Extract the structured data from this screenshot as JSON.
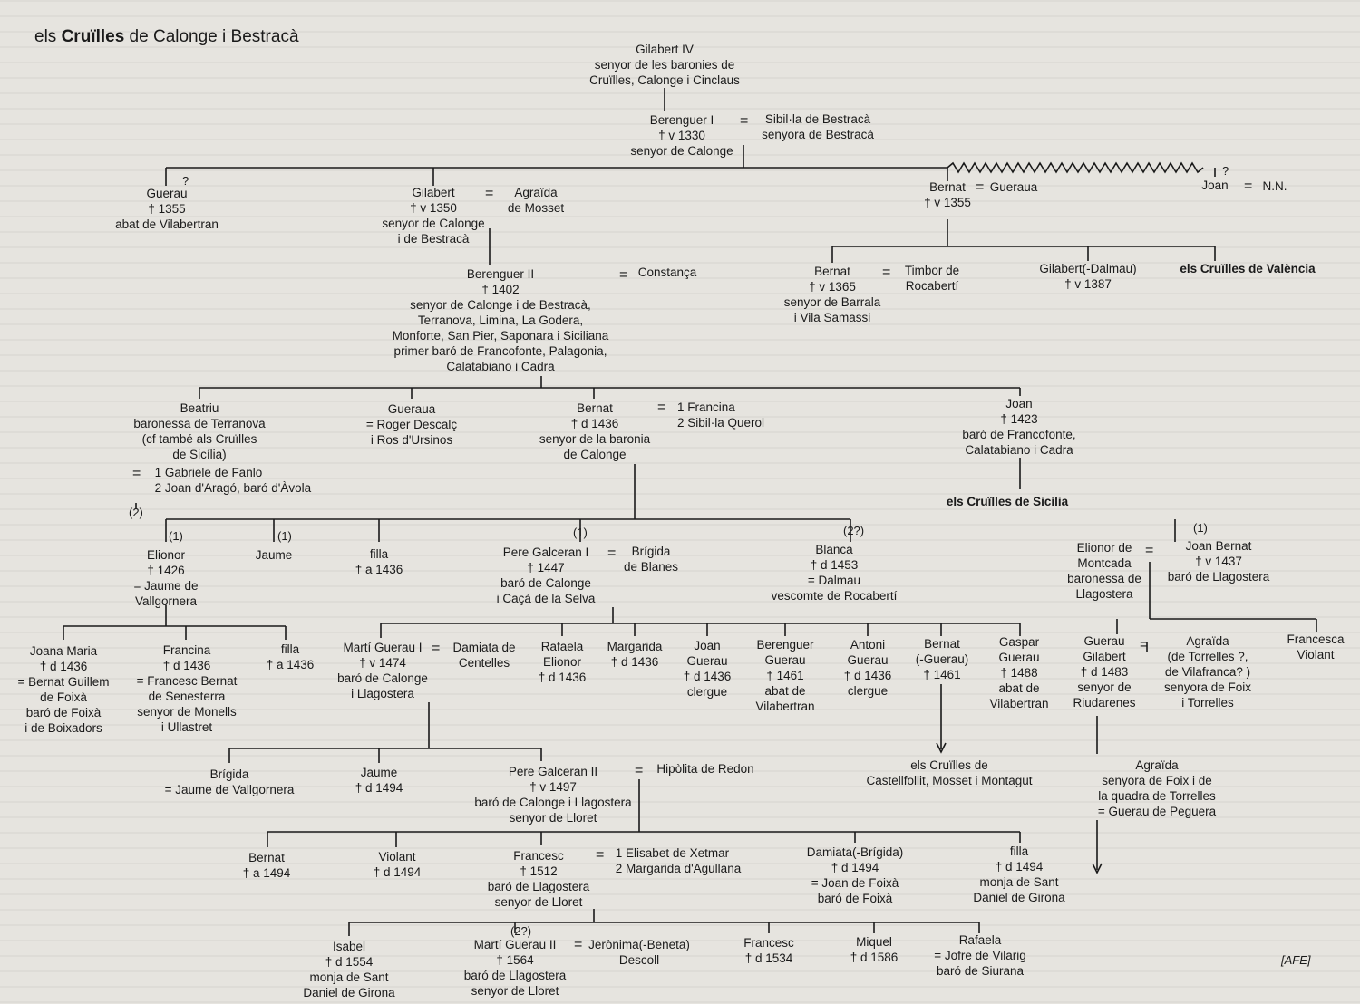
{
  "title": {
    "prefix": "els ",
    "bold": "Cruïlles",
    "suffix": " de Calonge i Bestracà"
  },
  "credit": "[AFE]",
  "marks": {
    "q": "?",
    "eq": "=",
    "one": "(1)",
    "two": "(2)",
    "twoq": "(2?)"
  },
  "nodes": {
    "gilabert_iv": "Gilabert IV\nsenyor de les baronies de\nCruïlles, Calonge i Cinclaus",
    "berenguer_i": "Berenguer I\n† v 1330\nsenyor de Calonge",
    "sibilla": "Sibil·la de Bestracà\nsenyora de Bestracà",
    "gueraou_1355": "Guerau\n† 1355\nabat de Vilabertran",
    "gilabert_1350": "Gilabert\n† v 1350\nsenyor de Calonge\ni de Bestracà",
    "agraida_mosset": "Agraïda\nde Mosset",
    "bernat_1355": "Bernat\n† v 1355",
    "gueraua": "Gueraua",
    "joan": "Joan",
    "nn": "N.N.",
    "berenguer_ii": "Berenguer II\n† 1402\nsenyor de Calonge i de Bestracà,\nTerranova, Limina, La Godera,\nMonforte, San Pier, Saponara i Siciliana\nprimer baró de Francofonte, Palagonia,\nCalatabiano i Cadra",
    "constanca": "Constança",
    "bernat_1365": "Bernat\n† v 1365\nsenyor de Barrala\ni Vila Samassi",
    "timbor": "Timbor de\nRocabertí",
    "gilabert_dalmau": "Gilabert(-Dalmau)\n† v 1387",
    "cruilles_valencia": "els Cruïlles de València",
    "beatriu": "Beatriu\nbaronessa de Terranova\n(cf també als Cruïlles\nde Sicília)",
    "beatriu_spouses": "1 Gabriele de Fanlo\n2 Joan d'Aragó, baró d'Àvola",
    "gueraua2": "Gueraua\n= Roger Descalç\ni Ros d'Ursinos",
    "bernat_1436": "Bernat\n† d 1436\nsenyor de la baronia\nde Calonge",
    "francina_sibilla": "1 Francina\n2 Sibil·la Querol",
    "joan_1423": "Joan\n† 1423\nbaró de Francofonte,\nCalatabiano i Cadra",
    "cruilles_sicilia": "els Cruïlles de Sicília",
    "elionor_1426": "Elionor\n† 1426\n= Jaume de\nVallgornera",
    "jaume": "Jaume",
    "filla_1436": "filla\n† a 1436",
    "pere_galceran_i": "Pere Galceran I\n† 1447\nbaró de Calonge\ni Caçà de la Selva",
    "brigida_blanes": "Brígida\nde Blanes",
    "blanca": "Blanca\n† d 1453\n= Dalmau\nvescomte de Rocabertí",
    "elionor_montcada": "Elionor de\nMontcada\nbaronessa de\nLlagostera",
    "joan_bernat": "Joan Bernat\n† v 1437\nbaró de Llagostera",
    "joana_maria": "Joana Maria\n† d 1436\n= Bernat Guillem\nde Foixà\nbaró de Foixà\ni de Boixadors",
    "francina_1436": "Francina\n† d 1436\n= Francesc Bernat\nde Senesterra\nsenyor de Monells\ni Ullastret",
    "filla_a1436": "filla\n† a 1436",
    "marti_gueraou_i": "Martí Guerau I\n† v 1474\nbaró de Calonge\ni Llagostera",
    "damiata": "Damiata de\nCentelles",
    "rafaela_elionor": "Rafaela\nElionor\n† d 1436",
    "margarida": "Margarida\n† d 1436",
    "joan_gueraou": "Joan\nGuerau\n† d 1436\nclergue",
    "berenguer_gueraou": "Berenguer\nGuerau\n† 1461\nabat de\nVilabertran",
    "antoni_gueraou": "Antoni\nGuerau\n† d 1436\nclergue",
    "bernat_gueraou": "Bernat\n(-Guerau)\n† 1461",
    "gaspar_gueraou": "Gaspar\nGuerau\n† 1488\nabat de\nVilabertran",
    "gueraou_gilabert": "Guerau\nGilabert\n† d 1483\nsenyor de\nRiudarenes",
    "agraida_torrelles": "Agraïda\n(de Torrelles ?,\nde Vilafranca? )\nsenyora de Foix\ni Torrelles",
    "francesca_violant": "Francesca\nViolant",
    "brigida_vallgornera": "Brígida\n= Jaume de Vallgornera",
    "jaume_1494": "Jaume\n† d 1494",
    "pere_galceran_ii": "Pere Galceran II\n† v 1497\nbaró de Calonge i Llagostera\nsenyor de Lloret",
    "hipolita": "Hipòlita de Redon",
    "cruilles_castellfollit": "els Cruïlles de\nCastellfollit, Mosset i Montagut",
    "agraida_foix": "Agraïda\nsenyora de Foix i de\nla quadra de Torrelles\n= Guerau de Peguera",
    "bernat_1494": "Bernat\n† a 1494",
    "violant_1494": "Violant\n† d 1494",
    "francesc_1512": "Francesc\n† 1512\nbaró de Llagostera\nsenyor de Lloret",
    "xetmar": "1 Elisabet de Xetmar\n2 Margarida d'Agullana",
    "damiata_brigida": "Damiata(-Brígida)\n† d 1494\n= Joan de Foixà\nbaró de Foixà",
    "filla_monja": "filla\n† d 1494\nmonja de Sant\nDaniel de Girona",
    "isabel": "Isabel\n† d 1554\nmonja de Sant\nDaniel de Girona",
    "marti_gueraou_ii": "Martí Guerau II\n† 1564\nbaró de Llagostera\nsenyor de Lloret",
    "jeronima": "Jerònima(-Beneta)\nDescoll",
    "francesc_1534": "Francesc\n† d 1534",
    "miquel": "Miquel\n† d 1586",
    "rafaela_vilarig": "Rafaela\n= Jofre de Vilarig\nbaró de Siurana"
  }
}
